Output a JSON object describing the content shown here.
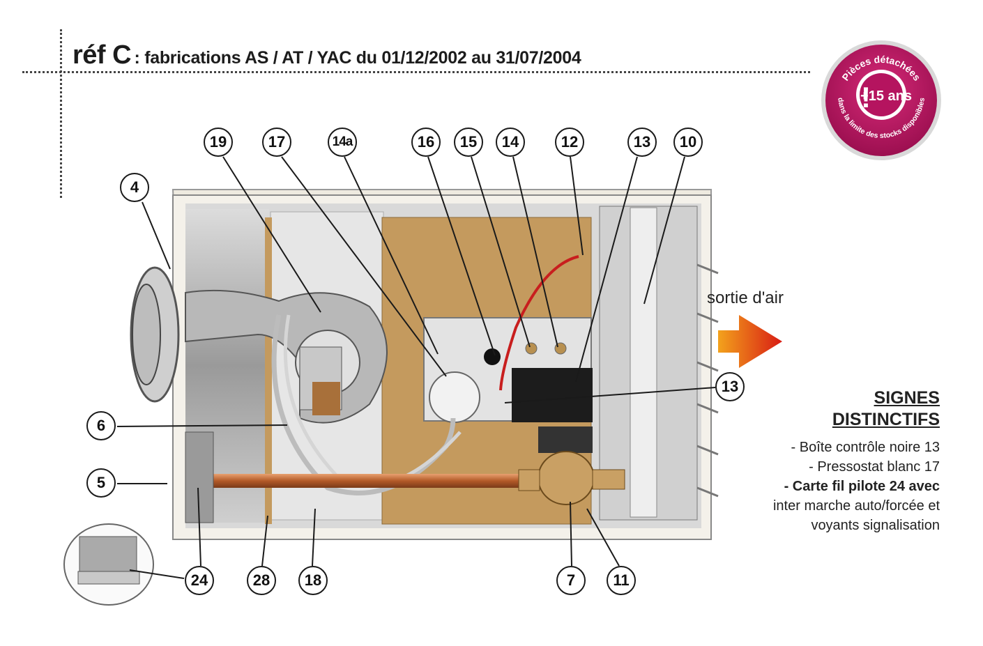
{
  "header": {
    "ref": "réf C",
    "subtitle": ": fabrications AS / AT / YAC du 01/12/2002 au  31/07/2004"
  },
  "badge": {
    "arc_top": "Pièces détachées",
    "main": "+15 ans",
    "arc_bottom": "dans la limite des stocks disponibles",
    "color": "#b5145f"
  },
  "diagram": {
    "callouts": [
      "19",
      "17",
      "14a",
      "16",
      "15",
      "14",
      "12",
      "13",
      "10",
      "4",
      "6",
      "5",
      "13",
      "24",
      "28",
      "18",
      "7",
      "11"
    ],
    "air_label": "sortie d'air",
    "arrow_color": "#e0261b"
  },
  "signs": {
    "heading_1": "SIGNES",
    "heading_2": "DISTINCTIFS",
    "items": [
      "- Boîte contrôle noire 13",
      "- Pressostat blanc 17",
      "- Carte fil pilote 24 avec",
      "inter marche auto/forcée et",
      "voyants signalisation"
    ]
  }
}
